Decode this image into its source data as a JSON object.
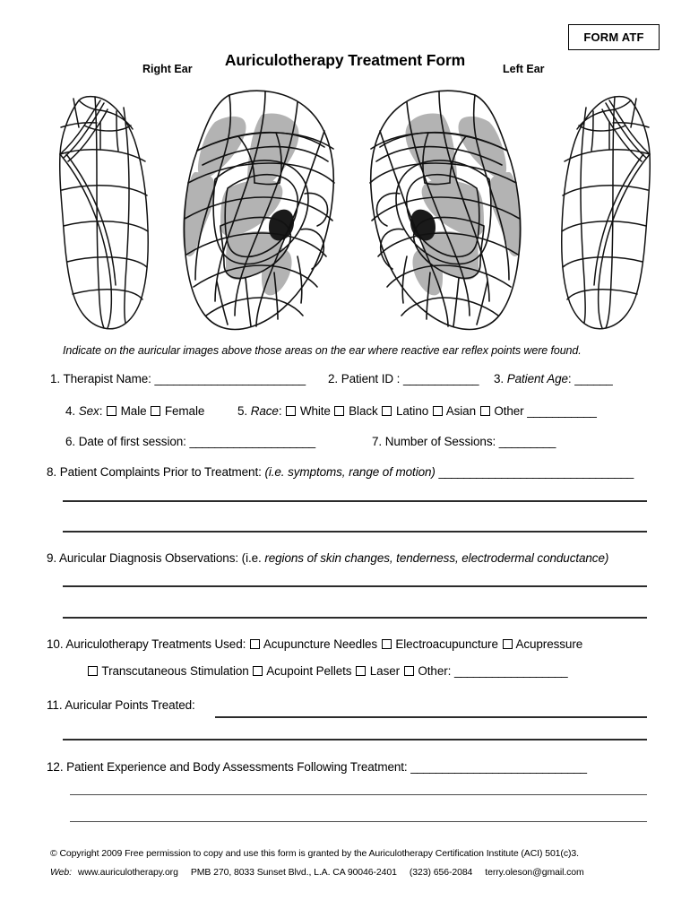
{
  "header": {
    "form_code": "FORM ATF",
    "title": "Auriculotherapy Treatment Form",
    "right_ear_label": "Right Ear",
    "left_ear_label": "Left Ear"
  },
  "instruction": "Indicate on the auricular images above those areas on the ear where reactive ear reflex points were found.",
  "fields": {
    "q1_num": "1.",
    "q1_label": "Therapist Name:",
    "q1_blank": "________________________",
    "q2_num": "2.",
    "q2_label": "Patient ID :",
    "q2_blank": "____________",
    "q3_num": "3.",
    "q3_label": "Patient Age",
    "q3_colon": ":",
    "q3_blank": "______",
    "q4_num": "4.",
    "q4_label": "Sex",
    "q4_colon": ":",
    "q4_opt1": "Male",
    "q4_opt2": "Female",
    "q5_num": "5.",
    "q5_label": "Race",
    "q5_colon": ":",
    "q5_opt1": "White",
    "q5_opt2": "Black",
    "q5_opt3": "Latino",
    "q5_opt4": "Asian",
    "q5_opt5": "Other",
    "q5_blank": "___________",
    "q6_num": "6.",
    "q6_label": "Date of first session:",
    "q6_blank": "____________________",
    "q7_num": "7.",
    "q7_label": "Number of Sessions:",
    "q7_blank": "_________",
    "q8_num": "8.",
    "q8_label": "Patient Complaints Prior to Treatment:",
    "q8_hint": "(i.e. symptoms, range of motion)",
    "q8_blank": "_______________________________",
    "q9_num": "9.",
    "q9_label": "Auricular Diagnosis Observations:",
    "q9_hint_plain": "(i.e.",
    "q9_hint_italic": "regions of skin changes, tenderness, electrodermal conductance)",
    "q10_num": "10.",
    "q10_label": "Auriculotherapy Treatments Used:",
    "q10_opt1": "Acupuncture Needles",
    "q10_opt2": "Electroacupuncture",
    "q10_opt3": "Acupressure",
    "q10_opt4": "Transcutaneous Stimulation",
    "q10_opt5": "Acupoint Pellets",
    "q10_opt6": "Laser",
    "q10_opt7": "Other:",
    "q10_blank": "__________________",
    "q11_num": "11.",
    "q11_label": "Auricular Points Treated:",
    "q12_num": "12.",
    "q12_label": "Patient Experience and Body Assessments Following Treatment:",
    "q12_blank": "____________________________"
  },
  "footer": {
    "line1": "© Copyright 2009  Free permission to copy and use this form is granted by the Auriculotherapy Certification Institute (ACI)  501(c)3.",
    "web_label": "Web:",
    "web_url": "www.auriculotherapy.org",
    "address": "PMB 270, 8033 Sunset Blvd., L.A.  CA 90046-2401",
    "phone": "(323) 656-2084",
    "email": "terry.oleson@gmail.com"
  },
  "colors": {
    "ink": "#000000",
    "shade_gray": "#b3b3b3",
    "shade_black": "#1a1a1a",
    "rule": "#2b2b2b",
    "paper": "#ffffff"
  }
}
